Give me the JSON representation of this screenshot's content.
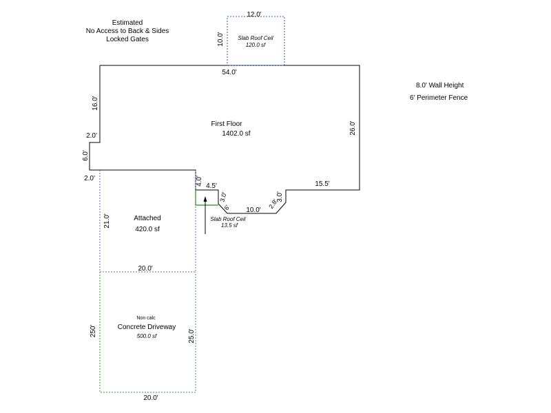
{
  "notes": {
    "line1": "Estimated",
    "line2": "No Access to Back & Sides",
    "line3": "Locked Gates"
  },
  "side_notes": {
    "wall_height": "8.0' Wall Height",
    "fence": "6' Perimeter Fence"
  },
  "areas": {
    "first_floor": {
      "name": "First Floor",
      "area": "1402.0 sf"
    },
    "slab_top": {
      "name": "Slab Roof Ceil",
      "area": "120.0 sf"
    },
    "attached": {
      "name": "Attached",
      "area": "420.0 sf"
    },
    "slab_small": {
      "name": "Slab Roof Ceil",
      "area": "13.5 sf"
    },
    "driveway": {
      "qualifier": "Non calc",
      "name": "Concrete Driveway",
      "area": "500.0 sf"
    }
  },
  "dimensions": {
    "slab_top_width": "12.0'",
    "slab_top_depth": "10.0'",
    "ff_top": "54.0'",
    "ff_left_upper": "16.0'",
    "ff_jog_top": "2.0'",
    "ff_left_lower": "6.0'",
    "ff_jog_bottom": "2.0'",
    "ff_right": "26.0'",
    "ff_bottom_right": "15.5'",
    "ff_notch_depth": "4.0'",
    "ff_notch_width": "4.5'",
    "ff_diag_left_a": "6'",
    "ff_diag_left_b": "3.0'",
    "ff_bottom_mid": "10.0'",
    "ff_diag_right": "2.8'",
    "ff_right_step": "3.0'",
    "attached_depth": "21.0'",
    "attached_width": "20.0'",
    "driveway_left": "250'",
    "driveway_right": "25.0'",
    "driveway_width": "20.0'"
  },
  "colors": {
    "wall": "#000000",
    "slab_top": "#1f5fa8",
    "attached": "#6060d0",
    "driveway": "#2ea02e",
    "small_slab": "#1b8f1b"
  }
}
